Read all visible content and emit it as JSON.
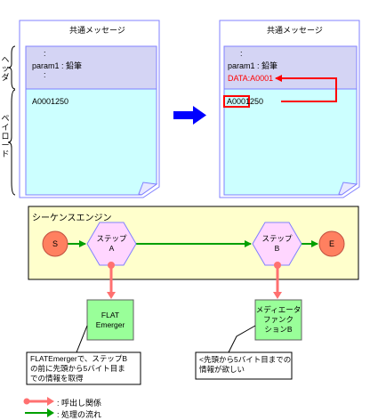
{
  "left_doc": {
    "title": "共通メッセージ",
    "header_lines": [
      ":",
      "param1 : 鉛筆",
      ":"
    ],
    "payload_text": "A0001250"
  },
  "right_doc": {
    "title": "共通メッセージ",
    "header_lines": [
      ":",
      "param1 : 鉛筆",
      ":"
    ],
    "data_line": "DATA:A0001",
    "payload_text_boxed": "A0001",
    "payload_text_rest": "250"
  },
  "side_labels": {
    "header": "ヘッダ",
    "payload": "ペイロード"
  },
  "engine": {
    "title": "シーケンスエンジン",
    "start": "S",
    "end": "E",
    "step_a": "ステップ\nA",
    "step_b": "ステップ\nB"
  },
  "components": {
    "flat_emerger": "FLAT\nEmerger",
    "mediator": "メディエータ\nファンク\nションB"
  },
  "notes": {
    "left": "FLATEmergerで、ステップB\nの前に先頭から5バイト目ま\nでの情報を取得",
    "right": "<先頭から5バイト目までの\n情報が欲しい"
  },
  "legend": {
    "call": ": 呼出し関係",
    "flow": ": 処理の流れ"
  },
  "colors": {
    "doc_border": "#8080ff",
    "header_fill": "#d4d4f4",
    "payload_fill": "#ccffff",
    "engine_fill": "#ffffcc",
    "node_fill": "#ff8060",
    "step_fill": "#ffd6ff",
    "comp_fill": "#99ff99",
    "call_arrow": "#ff7070",
    "flow_arrow": "#00a000",
    "big_arrow": "#0000ff",
    "red": "#ff0000"
  }
}
